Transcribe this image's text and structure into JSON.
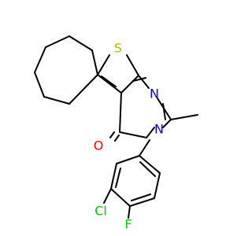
{
  "atom_labels": {
    "S": "S",
    "N1": "N",
    "N3": "N",
    "O": "O",
    "Cl": "Cl",
    "F": "F"
  },
  "colors": {
    "bond": "#000000",
    "carbon": "#000000",
    "sulfur": "#B8B800",
    "nitrogen": "#0000FF",
    "oxygen": "#FF0000",
    "chlorine": "#00C000",
    "fluorine": "#00CC00"
  }
}
